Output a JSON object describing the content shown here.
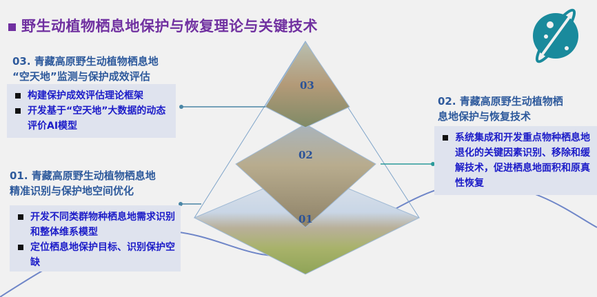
{
  "title": "野生动植物栖息地保护与恢复理论与关键技术",
  "sections": [
    {
      "heading_line1": "03. 青藏高原野生动植物栖息地",
      "heading_line2": "“空天地”监测与保护成效评估",
      "items": [
        "构建保护成效评估理论框架",
        "开发基于“空天地”大数据的动态评价AI模型"
      ]
    },
    {
      "heading_line1": "02. 青藏高原野生动植物栖",
      "heading_line2": "息地保护与恢复技术",
      "items": [
        "系统集成和开发重点物种栖息地退化的关键因素识别、移除和缓解技术，促进栖息地面积和原真性恢复"
      ]
    },
    {
      "heading_line1": "01. 青藏高原野生动植物栖息地",
      "heading_line2": "精准识别与保护地空间优化",
      "items": [
        "开发不同类群物种栖息地需求识别和整体维系模型",
        "定位栖息地保护目标、识别保护空缺"
      ]
    }
  ],
  "pyramid_labels": [
    "03",
    "02",
    "01"
  ],
  "colors": {
    "title": "#7030a0",
    "heading": "#2e5a9c",
    "item": "#1c1cc8",
    "logo": "#1a8a9c"
  }
}
